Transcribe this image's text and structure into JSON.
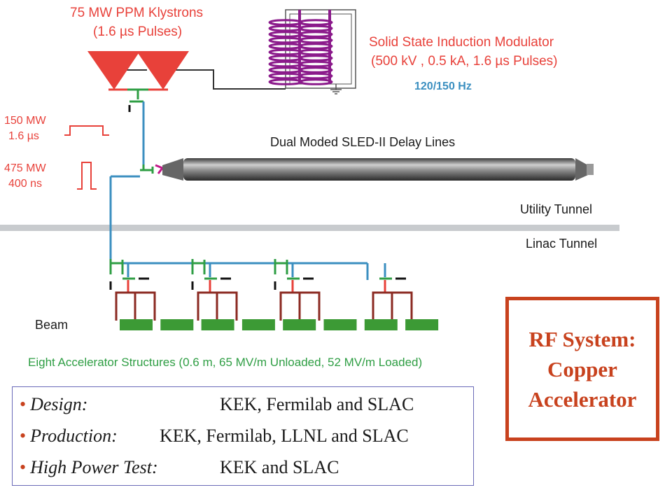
{
  "klystrons": {
    "title": "75 MW  PPM Klystrons",
    "subtitle": "(1.6 µs Pulses)"
  },
  "modulator": {
    "title": "Solid State Induction Modulator",
    "subtitle": "(500 kV , 0.5 kA, 1.6   µs Pulses)",
    "rate": "120/150 Hz"
  },
  "pulses": {
    "long_power": "150 MW",
    "long_width": "1.6 µs",
    "short_power": "475 MW",
    "short_width": "400 ns"
  },
  "delay_lines": "Dual Moded SLED-II Delay Lines",
  "tunnels": {
    "utility": "Utility Tunnel",
    "linac": "Linac Tunnel"
  },
  "beam": "Beam",
  "structures": "Eight Accelerator Structures (0.6 m, 65 MV/m Unloaded, 52 MV/m Loaded)",
  "title_box": {
    "line1": "RF System:",
    "line2": "Copper",
    "line3": "Accelerator"
  },
  "info": [
    {
      "label": "Design:",
      "value": "KEK, Fermilab and SLAC"
    },
    {
      "label": "Production:",
      "value": "KEK, Fermilab, LLNL and SLAC"
    },
    {
      "label": "High Power Test:",
      "value": "KEK and SLAC"
    }
  ],
  "colors": {
    "red": "#e8413a",
    "blue": "#3b8fc0",
    "green": "#2f9e44",
    "purple": "#8b1a8b",
    "title_box": "#c8421e"
  }
}
